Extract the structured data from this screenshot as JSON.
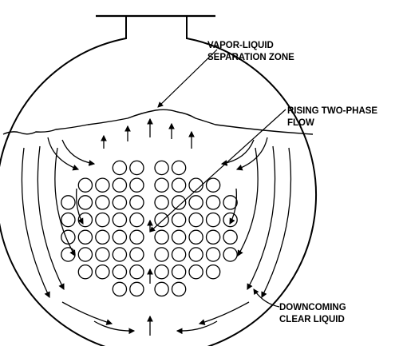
{
  "labels": {
    "separation_line1": "VAPOR-LIQUID",
    "separation_line2": "SEPARATION ZONE",
    "rising_line1": "RISING TWO-PHASE",
    "rising_line2": "FLOW",
    "down_line1": "DOWNCOMING",
    "down_line2": "CLEAR LIQUID"
  },
  "tube_bundle": {
    "rows": [
      4,
      8,
      10,
      10,
      10,
      10,
      8,
      4
    ]
  },
  "colors": {
    "ink": "#000000",
    "background": "#ffffff"
  }
}
